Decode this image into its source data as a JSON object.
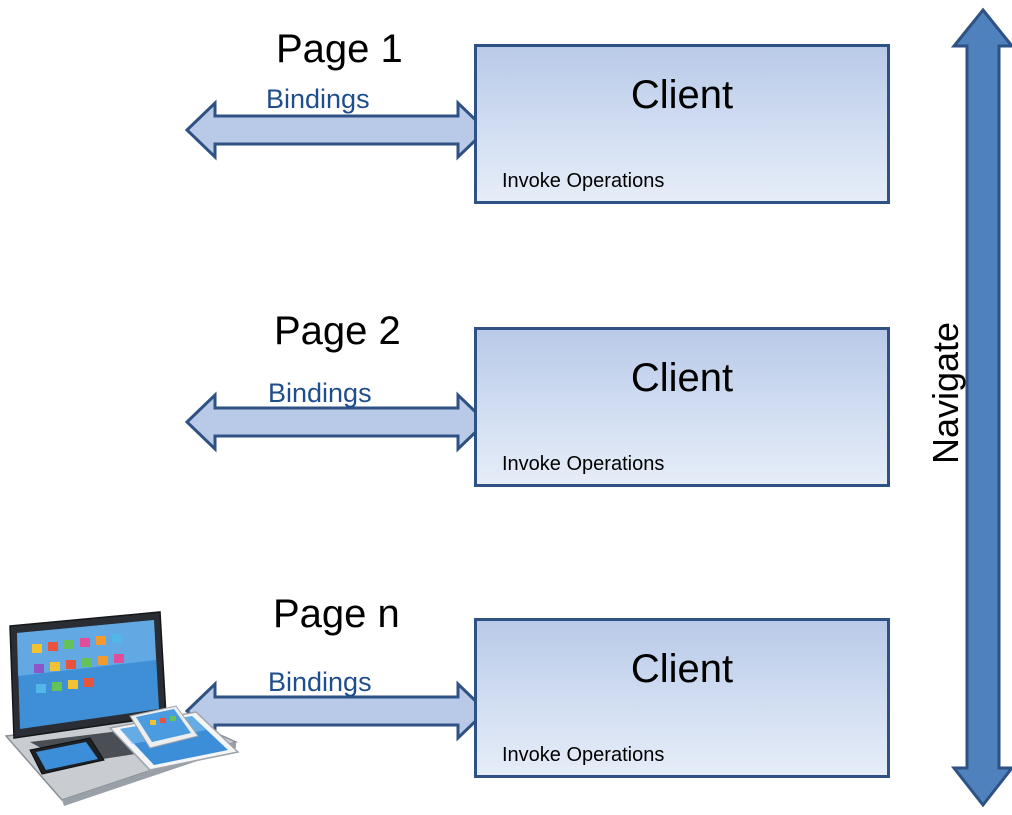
{
  "rows": [
    {
      "page_label": "Page 1",
      "bindings_label": "Bindings",
      "client_title": "Client",
      "client_operations": "Invoke Operations"
    },
    {
      "page_label": "Page 2",
      "bindings_label": "Bindings",
      "client_title": "Client",
      "client_operations": "Invoke Operations"
    },
    {
      "page_label": "Page n",
      "bindings_label": "Bindings",
      "client_title": "Client",
      "client_operations": "Invoke Operations"
    }
  ],
  "navigate_label": "Navigate",
  "colors": {
    "bindings_arrow_fill": "#B9CAE8",
    "bindings_arrow_stroke": "#2E5283",
    "navigate_arrow_fill": "#4F81BD",
    "navigate_arrow_stroke": "#2E5283",
    "bindings_text": "#1F4E8C",
    "client_border": "#2E5283"
  },
  "icons": {
    "devices_image": "laptop-tablet-phones-icon"
  }
}
